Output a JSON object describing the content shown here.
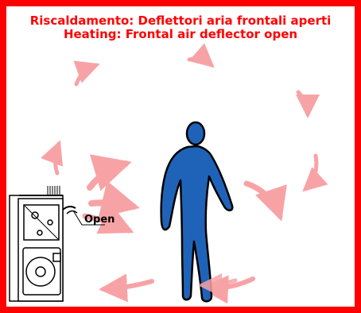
{
  "title": {
    "line1": "Riscaldamento: Deflettori aria frontali aperti",
    "line2": "Heating: Frontal air deflector open"
  },
  "labels": {
    "deflector": "Open"
  },
  "colors": {
    "frame": "#ff0000",
    "title": "#ff0000",
    "person_fill": "#1e63b8",
    "airflow": "#f7a3a6"
  },
  "icons": {
    "person": "person-icon",
    "heater": "heater-unit-icon",
    "airflow": "airflow-arrow-icon"
  }
}
